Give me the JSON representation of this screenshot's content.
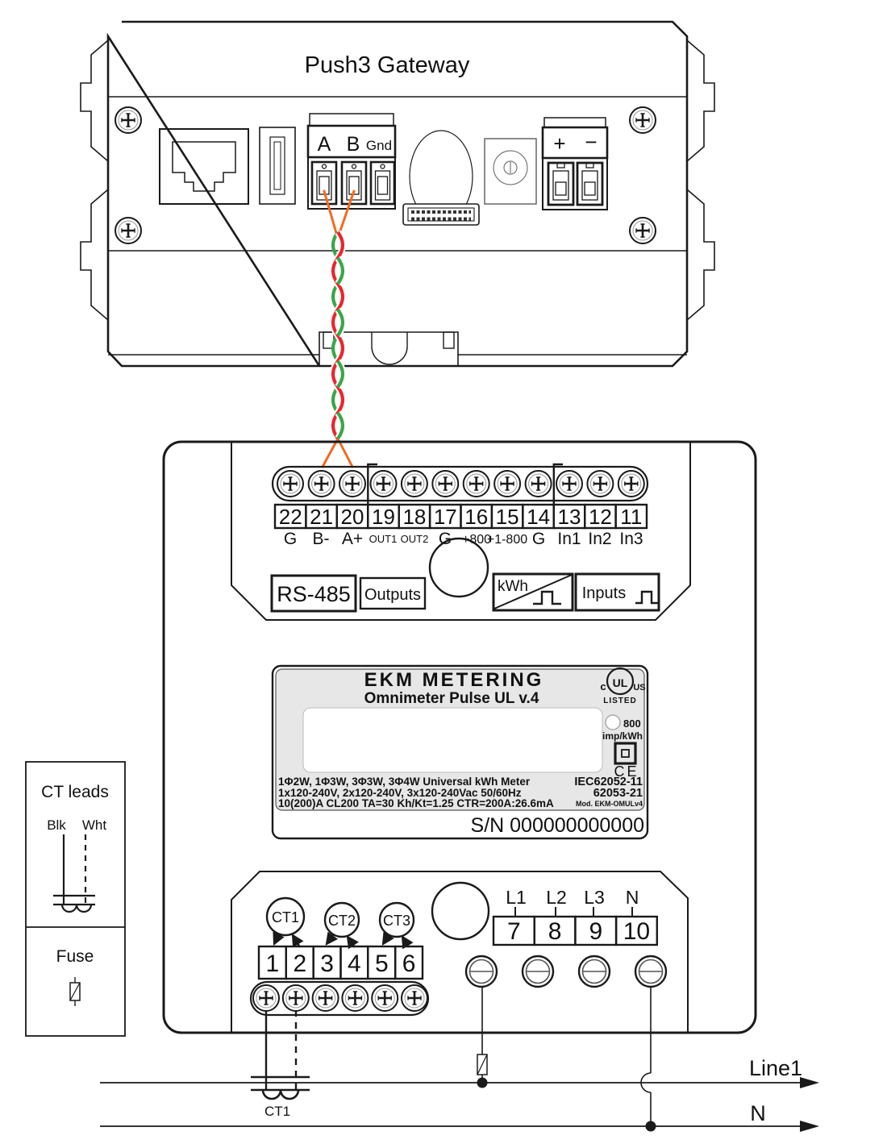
{
  "gateway": {
    "title": "Push3 Gateway",
    "rs485_port": {
      "labels": [
        "A",
        "B",
        "Gnd"
      ]
    },
    "power_port": {
      "plus": "+",
      "minus": "−"
    }
  },
  "wiring": {
    "wire_red": "#e8262d",
    "wire_green": "#3aa648",
    "wire_orange": "#f26a22"
  },
  "meter": {
    "top_terminals": {
      "numbers": [
        "22",
        "21",
        "20",
        "19",
        "18",
        "17",
        "16",
        "15",
        "14",
        "13",
        "12",
        "11"
      ],
      "labels": [
        "G",
        "B-",
        "A+",
        "OUT1",
        "OUT2",
        "G",
        "+800",
        "+1-800",
        "G",
        "In1",
        "In2",
        "In3"
      ]
    },
    "port_groups": {
      "rs485": "RS-485",
      "outputs": "Outputs",
      "kwh": "kWh",
      "inputs": "Inputs"
    },
    "face": {
      "bg_color": "#e7e7e7",
      "brand": "EKM METERING",
      "model": "Omnimeter Pulse UL v.4",
      "ul_mark": {
        "prefix": "c",
        "letters": "UL",
        "suffix": "US",
        "listed": "LISTED"
      },
      "led": {
        "value": "800",
        "unit": "imp/kWh"
      },
      "ce_mark": "CE",
      "specs": [
        "1Φ2W, 1Φ3W, 3Φ3W, 3Φ4W Universal kWh Meter",
        "1x120-240V, 2x120-240V, 3x120-240Vac  50/60Hz",
        "10(200)A  CL200 TA=30 Kh/Kt=1.25 CTR=200A:26.6mA"
      ],
      "certs": [
        "IEC62052-11",
        "62053-21",
        "Mod. EKM-OMULv4"
      ],
      "serial": "S/N 000000000000"
    },
    "bottom_terminals": {
      "ct_ports": [
        "CT1",
        "CT2",
        "CT3"
      ],
      "numbers": [
        "1",
        "2",
        "3",
        "4",
        "5",
        "6"
      ],
      "line_labels": [
        "L1",
        "L2",
        "L3",
        "N"
      ],
      "line_numbers": [
        "7",
        "8",
        "9",
        "10"
      ]
    }
  },
  "legend": {
    "ct_leads_title": "CT leads",
    "black_lead": "Blk",
    "white_lead": "Wht",
    "fuse_title": "Fuse"
  },
  "service_lines": {
    "line1_label": "Line1",
    "neutral_label": "N",
    "ct_label": "CT1"
  }
}
